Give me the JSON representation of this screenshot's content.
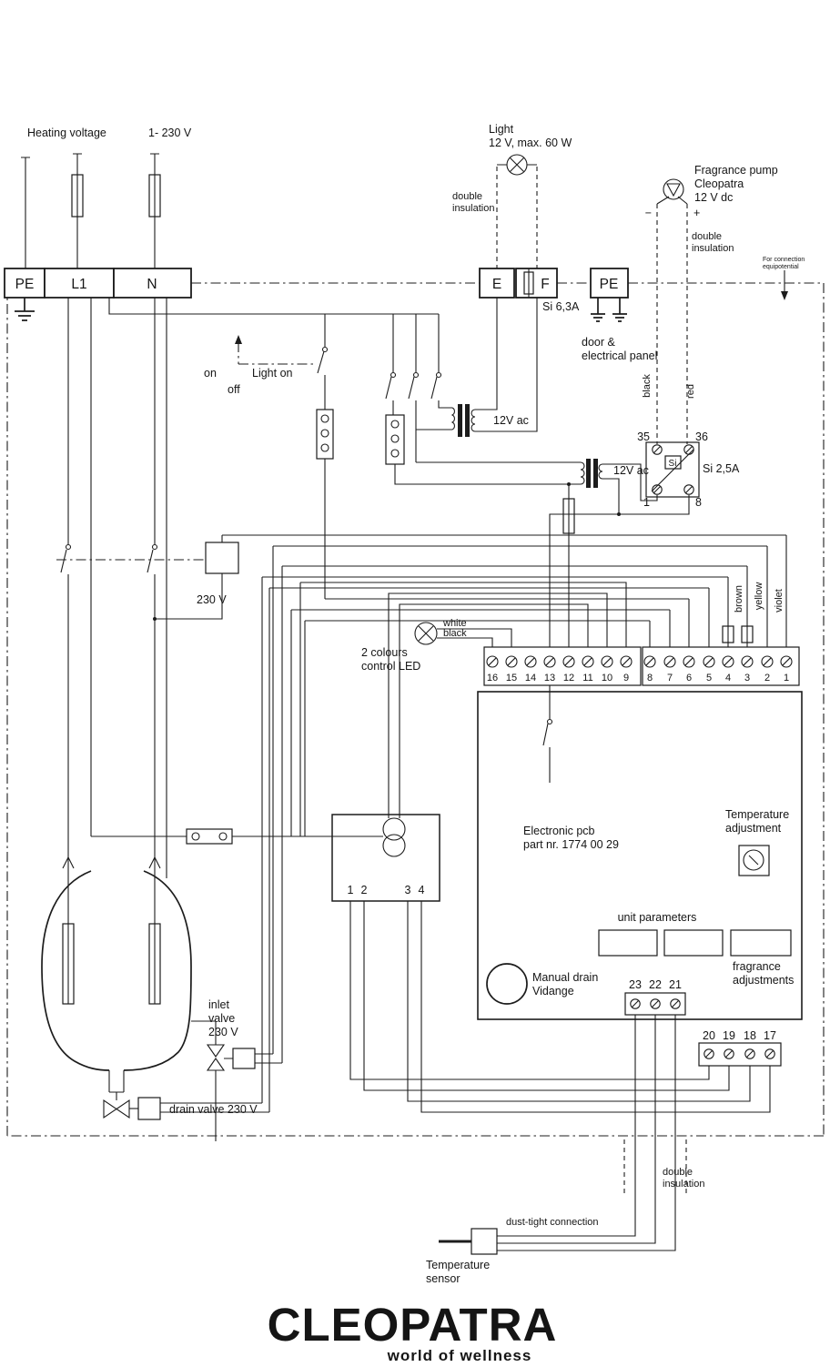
{
  "diagram": {
    "title_left": "Heating voltage",
    "supply": "1- 230 V",
    "light": {
      "name": "Light",
      "spec": "12 V, max. 60 W"
    },
    "double_insulation": {
      "l1": "double",
      "l2": "insulation"
    },
    "pump": {
      "l1": "Fragrance pump",
      "l2": "Cleopatra",
      "l3": "12 V dc",
      "minus": "−",
      "plus": "+"
    },
    "wire_black": "black",
    "wire_red": "red",
    "terminals": {
      "pe_left": "PE",
      "l1": "L1",
      "n": "N",
      "e": "E",
      "f": "F",
      "pe_right": "PE"
    },
    "fuse_light": "Si 6,3A",
    "door": {
      "l1": "door &",
      "l2": "electrical panel"
    },
    "equipotential": {
      "l1": "For connection",
      "l2": "equipotential"
    },
    "switch": {
      "on": "on",
      "off": "off",
      "light_on": "Light on"
    },
    "transformer1": "12V ac",
    "transformer2": "12V ac",
    "si_block": {
      "n35": "35",
      "n36": "36",
      "n1": "1",
      "n8": "8",
      "si": "Si",
      "rating": "Si 2,5A"
    },
    "relay_voltage": "230 V",
    "led": {
      "l1": "2 colours",
      "l2": "control LED",
      "white": "white",
      "black": "black"
    },
    "strip_left": [
      "16",
      "15",
      "14",
      "13",
      "12",
      "11",
      "10",
      "9"
    ],
    "strip_right": [
      "8",
      "7",
      "6",
      "5",
      "4",
      "3",
      "2",
      "1"
    ],
    "wire_colors": {
      "brown": "brown",
      "yellow": "yellow",
      "violet": "violet"
    },
    "pcb": {
      "l1": "Electronic pcb",
      "l2": "part nr. 1774 00 29"
    },
    "temp_adjust": {
      "l1": "Temperature",
      "l2": "adjustment"
    },
    "unit_parameters": "unit parameters",
    "fragrance_adjust": {
      "l1": "fragrance",
      "l2": "adjustments"
    },
    "manual_drain": {
      "l1": "Manual drain",
      "l2": "Vidange"
    },
    "strip_drain": [
      "23",
      "22",
      "21"
    ],
    "strip_sensor": [
      "20",
      "19",
      "18",
      "17"
    ],
    "box_pins": [
      "1",
      "2",
      "3",
      "4"
    ],
    "inlet_valve": {
      "l1": "inlet",
      "l2": "valve",
      "l3": "230 V"
    },
    "drain_valve": "drain valve 230 V",
    "dust_tight": "dust-tight connection",
    "sensor": {
      "l1": "Temperature",
      "l2": "sensor"
    },
    "logo": {
      "word": "CLEOPATRA",
      "tagline": "world of wellness"
    },
    "colors": {
      "navy": "#21409a",
      "sky": "#2b9fd6"
    }
  }
}
